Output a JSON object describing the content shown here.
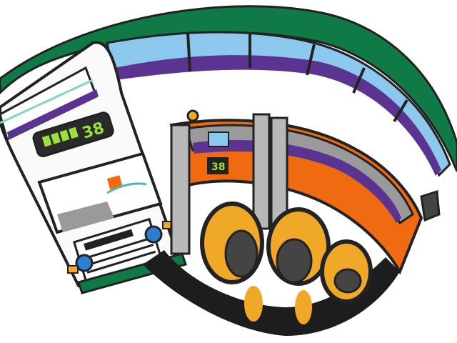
{
  "illustration": {
    "subject": "double-decker bus in fisheye perspective",
    "front_destination": {
      "route_number": "38",
      "small_text": "■■ ■■ ■■ ■■■"
    },
    "side_route_display": {
      "route_number": "38"
    },
    "colors": {
      "background": "#ffffff",
      "roof_green": "#0f7a45",
      "outline": "#222222",
      "window_blue": "#8cc8ee",
      "seat_purple": "#5b3390",
      "body_orange": "#f06a12",
      "wheel_yellow": "#f0a828",
      "undercarriage": "#1d1d1d",
      "display_green": "#9be03c",
      "grey_glass": "#9a9a9a",
      "front_white": "#fafafa"
    }
  }
}
